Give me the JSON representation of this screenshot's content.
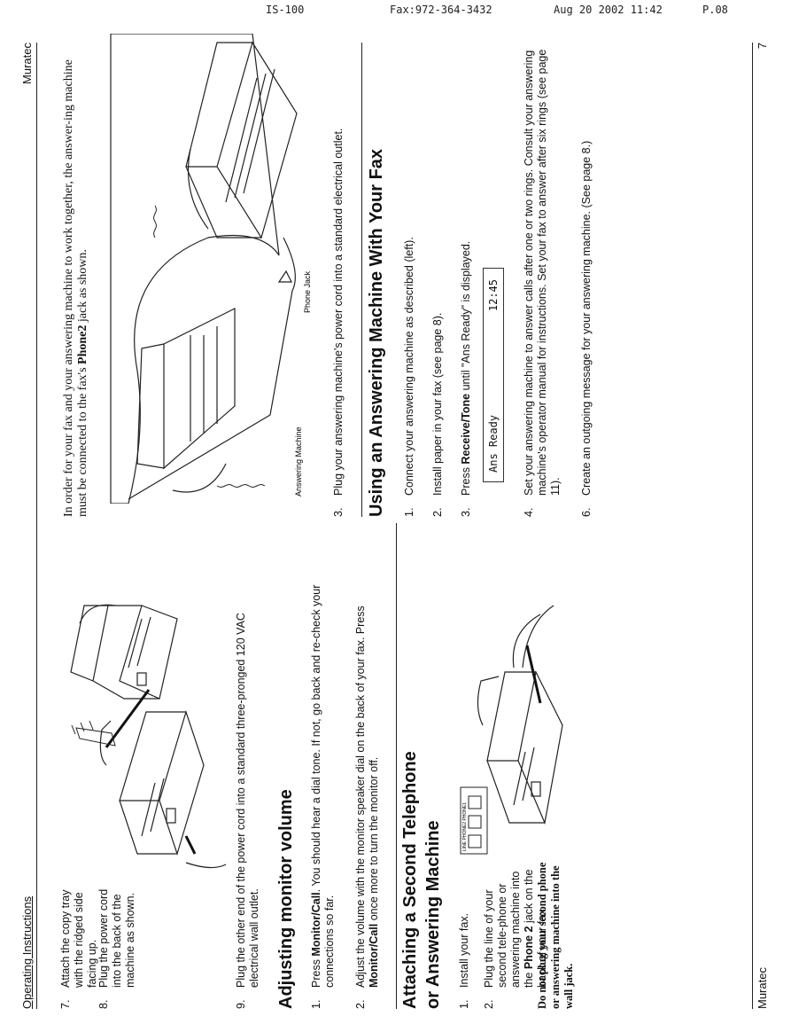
{
  "fax_header": {
    "station": "IS-100",
    "fax": "Fax:972-364-3432",
    "date": "Aug 20 2002 11:42",
    "page": "P.08"
  },
  "page_header": {
    "left": "Operating Instructions",
    "right": "Muratec"
  },
  "page_footer": {
    "left": "Muratec",
    "right": "7"
  },
  "steps_top": [
    {
      "num": "7.",
      "text": "Attach the copy tray with the ridged side facing up."
    },
    {
      "num": "8.",
      "text": "Plug the power cord into the back of the machine as shown."
    },
    {
      "num": "9.",
      "text": "Plug the other end of the power cord into a standard three-pronged 120 VAC electrical wall outlet."
    }
  ],
  "monitor": {
    "heading": "Adjusting monitor volume",
    "steps": [
      {
        "num": "1.",
        "pre": "Press ",
        "bold": "Monitor/Call",
        "post": ". You should hear a dial tone. If not, go back and re-check your connections so far."
      },
      {
        "num": "2.",
        "pre": "Adjust the volume with the monitor speaker dial on the back of your fax. Press ",
        "bold": "Monitor/Call",
        "post": " once more to turn the monitor off."
      }
    ]
  },
  "second_phone": {
    "heading_line1": "Attaching a Second Telephone",
    "heading_line2": "or Answering Machine",
    "step1": {
      "num": "1.",
      "text": "Install your fax."
    },
    "step2": {
      "num": "2.",
      "pre": "Plug the line of your second tele-phone or answering machine into the ",
      "bold": "Phone 2",
      "post": " jack on the back of your fax."
    },
    "warning": "Do not plug your second phone or answering machine into the wall jack.",
    "jack_label": "LINE PHONE2 PHONE1"
  },
  "intro": {
    "pre": "In order for your fax and your answering machine to work together, the answer-ing machine must be connected to the fax's ",
    "bold": "Phone2",
    "post": " jack as shown."
  },
  "illustration_labels": {
    "answering": "Answering Machine",
    "jack": "Phone Jack"
  },
  "step3_top": {
    "num": "3.",
    "text": "Plug your answering machine's power cord into a standard electrical outlet."
  },
  "using": {
    "heading": "Using an Answering Machine With Your Fax",
    "steps": [
      {
        "num": "1.",
        "pre": "Connect your answering machine as described (left).",
        "bold": "",
        "post": ""
      },
      {
        "num": "2.",
        "pre": "Install paper in your fax (see page 8).",
        "bold": "",
        "post": ""
      },
      {
        "num": "3.",
        "pre": "Press ",
        "bold": "Receive/Tone",
        "post": " until \"Ans Ready\" is displayed."
      },
      {
        "num": "4.",
        "pre": "Set your answering machine to answer calls after one or two rings. Consult your answering machine's operator manual for instructions. Set your fax to answer after six rings (see page 11).",
        "bold": "",
        "post": ""
      },
      {
        "num": "6.",
        "pre": "Create an outgoing message for your answering machine. (See page 8.)",
        "bold": "",
        "post": ""
      }
    ],
    "lcd_left": "Ans Ready",
    "lcd_right": "12:45"
  }
}
